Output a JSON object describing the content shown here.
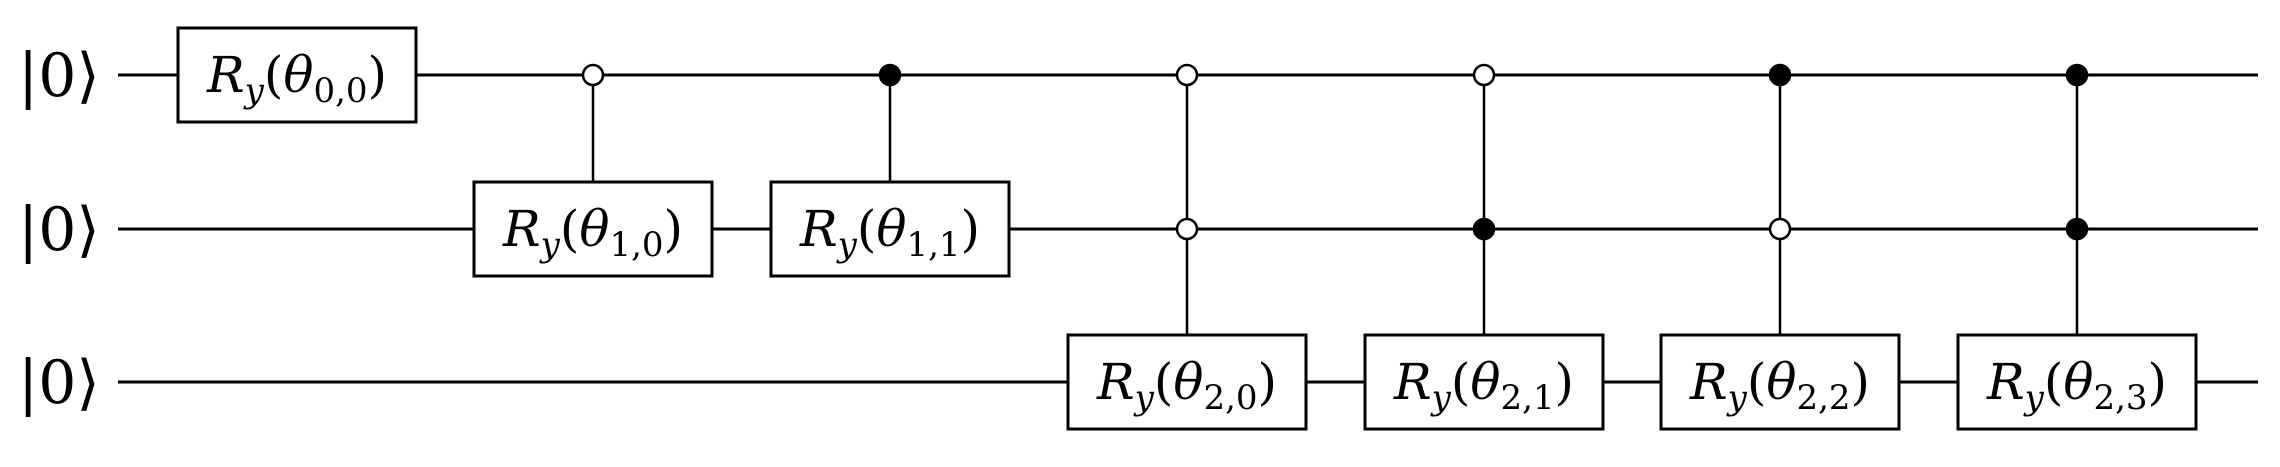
{
  "qubits": [
    {
      "ket": "|0⟩"
    },
    {
      "ket": "|0⟩"
    },
    {
      "ket": "|0⟩"
    }
  ],
  "gates": [
    {
      "name": "R",
      "sub": "y",
      "param": "θ",
      "index": "0,0",
      "target": 0,
      "controls": []
    },
    {
      "name": "R",
      "sub": "y",
      "param": "θ",
      "index": "1,0",
      "target": 1,
      "controls": [
        {
          "qubit": 0,
          "state": "open"
        }
      ]
    },
    {
      "name": "R",
      "sub": "y",
      "param": "θ",
      "index": "1,1",
      "target": 1,
      "controls": [
        {
          "qubit": 0,
          "state": "filled"
        }
      ]
    },
    {
      "name": "R",
      "sub": "y",
      "param": "θ",
      "index": "2,0",
      "target": 2,
      "controls": [
        {
          "qubit": 0,
          "state": "open"
        },
        {
          "qubit": 1,
          "state": "open"
        }
      ]
    },
    {
      "name": "R",
      "sub": "y",
      "param": "θ",
      "index": "2,1",
      "target": 2,
      "controls": [
        {
          "qubit": 0,
          "state": "open"
        },
        {
          "qubit": 1,
          "state": "filled"
        }
      ]
    },
    {
      "name": "R",
      "sub": "y",
      "param": "θ",
      "index": "2,2",
      "target": 2,
      "controls": [
        {
          "qubit": 0,
          "state": "filled"
        },
        {
          "qubit": 1,
          "state": "open"
        }
      ]
    },
    {
      "name": "R",
      "sub": "y",
      "param": "θ",
      "index": "2,3",
      "target": 2,
      "controls": [
        {
          "qubit": 0,
          "state": "filled"
        },
        {
          "qubit": 1,
          "state": "filled"
        }
      ]
    }
  ]
}
